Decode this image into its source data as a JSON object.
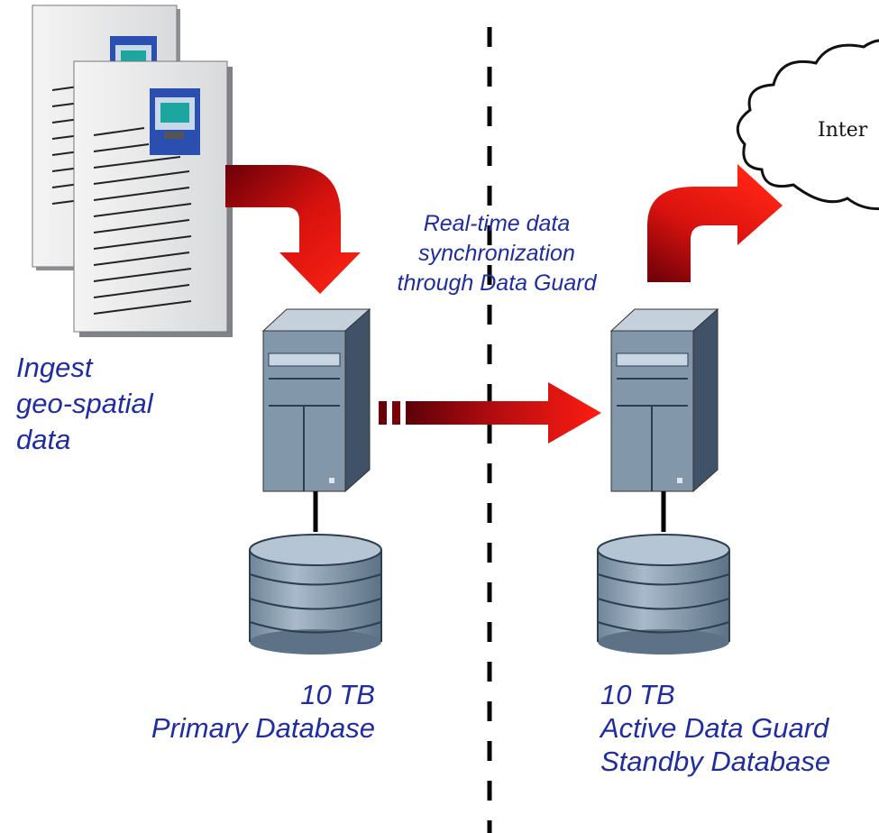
{
  "divider_note": "",
  "ingest": {
    "line1": "Ingest",
    "line2": "geo-spatial",
    "line3": "data"
  },
  "sync": {
    "line1": "Real-time data",
    "line2": "synchronization",
    "line3": "through Data Guard"
  },
  "primary": {
    "size": "10 TB",
    "name": "Primary Database"
  },
  "standby": {
    "size": "10 TB",
    "line1": "Active Data Guard",
    "line2": "Standby Database"
  },
  "cloud": {
    "label": "Inter"
  },
  "colors": {
    "label_text": "#1f2da0",
    "arrow_red": "#e8100c",
    "arrow_dark": "#6a0006",
    "server_front": "#7f93a6",
    "server_side": "#3f5268",
    "disk": "#8aa0b3"
  }
}
